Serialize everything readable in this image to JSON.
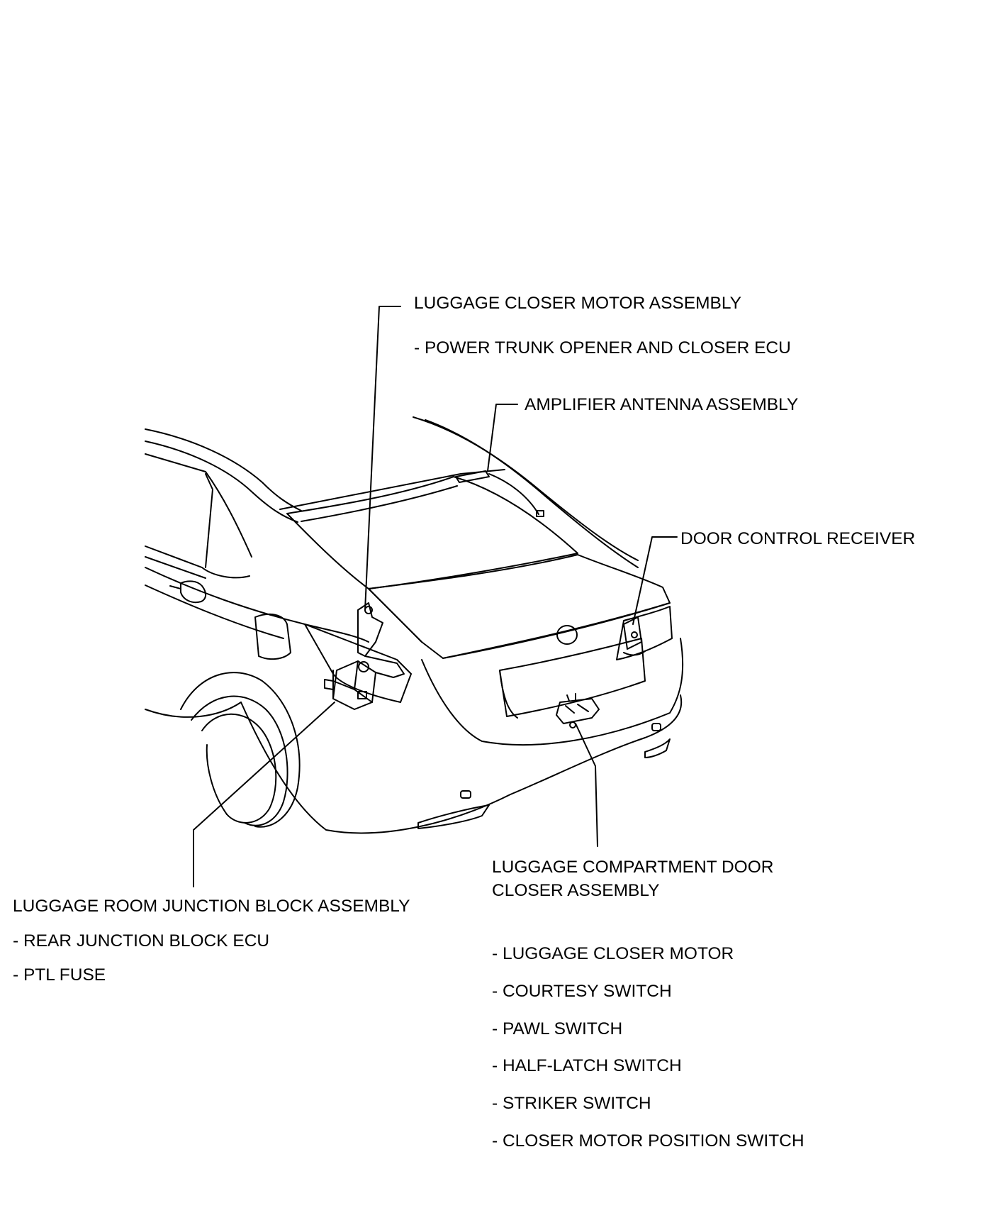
{
  "callouts": {
    "luggage_closer_motor_assembly": {
      "title": "LUGGAGE CLOSER MOTOR ASSEMBLY",
      "items": [
        "- POWER TRUNK OPENER AND CLOSER ECU"
      ]
    },
    "amplifier_antenna_assembly": {
      "title": "AMPLIFIER ANTENNA ASSEMBLY"
    },
    "door_control_receiver": {
      "title": "DOOR CONTROL RECEIVER"
    },
    "luggage_compartment_door_closer_assembly": {
      "title_line1": "LUGGAGE COMPARTMENT DOOR",
      "title_line2": "CLOSER ASSEMBLY",
      "items": [
        "- LUGGAGE CLOSER MOTOR",
        "- COURTESY SWITCH",
        "- PAWL SWITCH",
        "- HALF-LATCH SWITCH",
        "- STRIKER SWITCH",
        "- CLOSER MOTOR POSITION SWITCH"
      ]
    },
    "luggage_room_junction_block_assembly": {
      "title": "LUGGAGE ROOM JUNCTION BLOCK ASSEMBLY",
      "items": [
        "- REAR JUNCTION BLOCK ECU",
        "- PTL FUSE"
      ]
    }
  },
  "colors": {
    "line": "#000000",
    "background": "#ffffff"
  }
}
